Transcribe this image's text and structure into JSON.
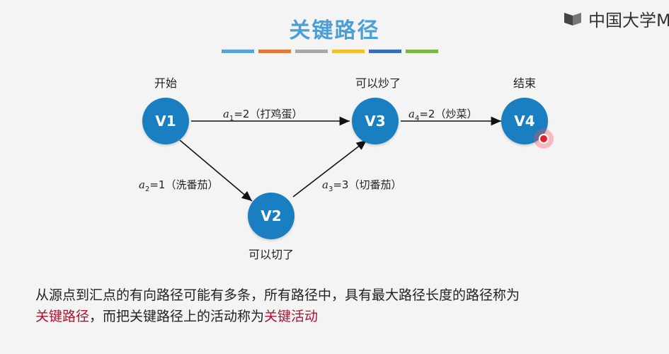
{
  "title": "关键路径",
  "logo_text": "中国大学M",
  "stripe_colors": [
    "#5ba3d6",
    "#e07b3b",
    "#a8a8a8",
    "#f2c12e",
    "#3a6db5",
    "#7ab648"
  ],
  "nodes": {
    "v1": {
      "name": "V1",
      "label": "开始"
    },
    "v2": {
      "name": "V2",
      "label": "可以切了"
    },
    "v3": {
      "name": "V3",
      "label": "可以炒了"
    },
    "v4": {
      "name": "V4",
      "label": "结束"
    }
  },
  "edges": {
    "a1": {
      "var": "a",
      "sub": "1",
      "value": "=2",
      "desc": "（打鸡蛋）"
    },
    "a2": {
      "var": "a",
      "sub": "2",
      "value": "=1",
      "desc": "（洗番茄）"
    },
    "a3": {
      "var": "a",
      "sub": "3",
      "value": "=3",
      "desc": "（切番茄）"
    },
    "a4": {
      "var": "a",
      "sub": "4",
      "value": "=2",
      "desc": "（炒菜）"
    }
  },
  "paragraph": {
    "line1": "从源点到汇点的有向路径可能有多条，所有路径中，具有最大路径长度的路径称为",
    "term1": "关键路径",
    "mid": "，而把关键路径上的活动称为",
    "term2": "关键活动"
  },
  "colors": {
    "node": "#1a7fc0",
    "title": "#4a9fd4",
    "highlight": "#b01030"
  }
}
